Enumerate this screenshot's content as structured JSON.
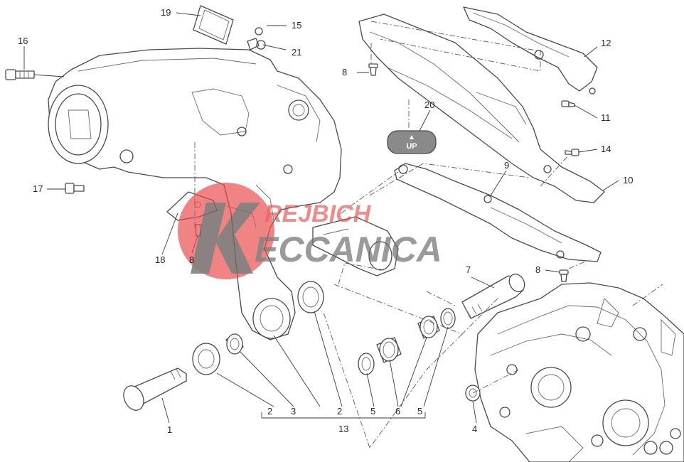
{
  "colors": {
    "line": "#4a4a4a",
    "watermark_red": "#e84a4a",
    "watermark_grey": "#6b6b6b",
    "cap_fill": "#8a8a8a"
  },
  "watermark": {
    "line1": "REJBICH",
    "line2": "ECCANICA"
  },
  "cap_label": "UP",
  "callouts": {
    "c1": "1",
    "c2a": "2",
    "c2b": "2",
    "c3": "3",
    "c4": "4",
    "c5a": "5",
    "c5b": "5",
    "c6": "6",
    "c7": "7",
    "c8a": "8",
    "c8b": "8",
    "c8c": "8",
    "c9": "9",
    "c10": "10",
    "c11": "11",
    "c12": "12",
    "c13": "13",
    "c14": "14",
    "c15": "15",
    "c16": "16",
    "c17": "17",
    "c18": "18",
    "c19": "19",
    "c20": "20",
    "c21": "21"
  }
}
